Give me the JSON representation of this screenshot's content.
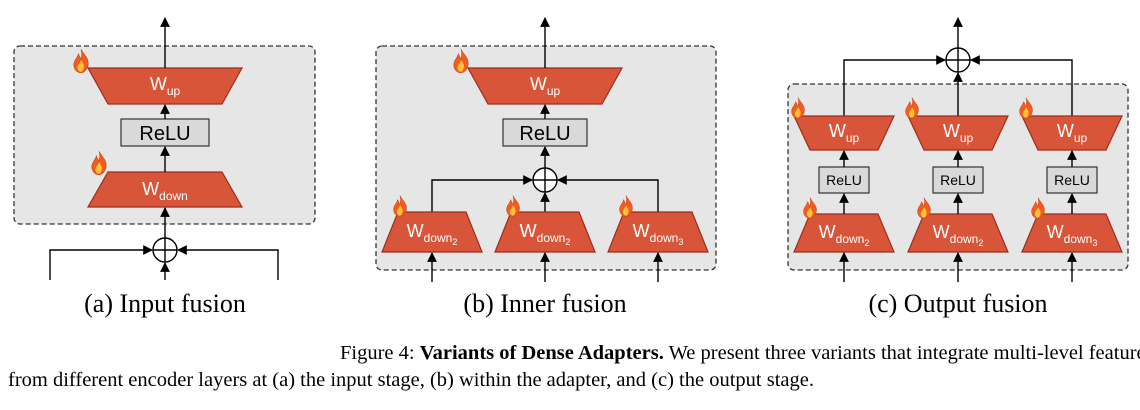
{
  "colors": {
    "block_fill": "#D9553A",
    "block_stroke": "#9A2E1C",
    "panel_fill": "#E6E6E6",
    "relu_fill": "#D9D9D9",
    "flame": "#F25C1E"
  },
  "labels": {
    "w_main": "W",
    "up_sub": "up",
    "down_sub": "down",
    "relu": "ReLU",
    "sub_idx_2": "2",
    "sub_idx_3": "3"
  },
  "icons": {
    "trainable": "fire-icon",
    "fusion": "circled-plus-icon"
  },
  "panels": [
    {
      "caption": "(a) Input fusion"
    },
    {
      "caption": "(b) Inner fusion"
    },
    {
      "caption": "(c) Output fusion"
    }
  ],
  "caption": {
    "figure_label": "Figure 4:",
    "bold_title": "Variants of Dense Adapters.",
    "line1_rest": "We present three variants that integrate multi-level features",
    "line2": "from different encoder layers at (a) the input stage, (b) within the adapter, and (c) the output stage."
  }
}
